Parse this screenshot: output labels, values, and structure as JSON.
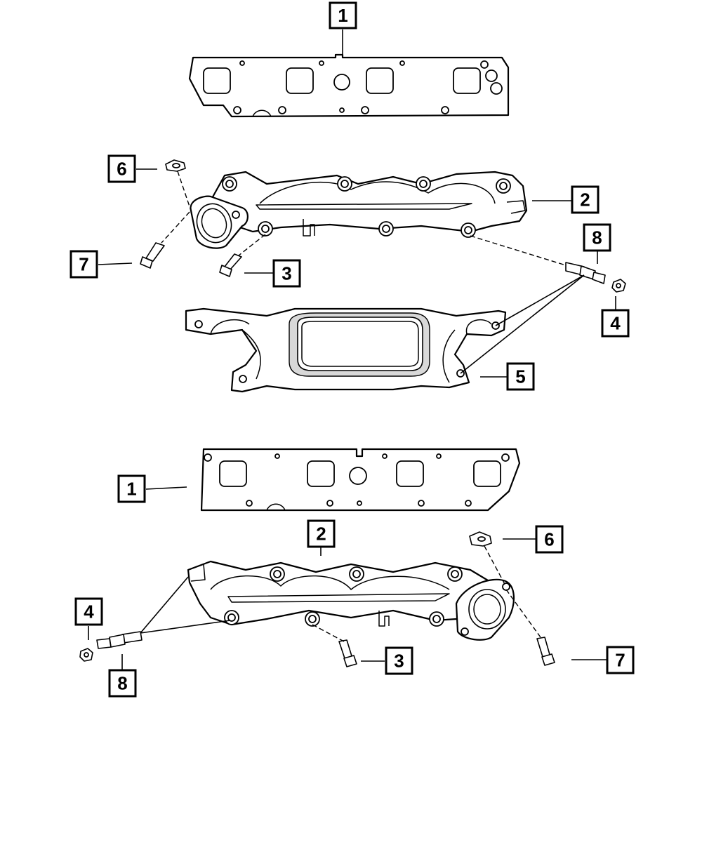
{
  "diagram": {
    "callouts": [
      {
        "id": "top-gasket",
        "label": "1"
      },
      {
        "id": "top-manifold",
        "label": "2"
      },
      {
        "id": "top-bolt",
        "label": "3"
      },
      {
        "id": "top-nut",
        "label": "4"
      },
      {
        "id": "top-heat-shield",
        "label": "5"
      },
      {
        "id": "top-stud-nut",
        "label": "6"
      },
      {
        "id": "top-flange-bolt",
        "label": "7"
      },
      {
        "id": "top-stud",
        "label": "8"
      },
      {
        "id": "bottom-gasket",
        "label": "1"
      },
      {
        "id": "bottom-manifold",
        "label": "2"
      },
      {
        "id": "bottom-bolt",
        "label": "3"
      },
      {
        "id": "bottom-nut",
        "label": "4"
      },
      {
        "id": "bottom-stud-nut",
        "label": "6"
      },
      {
        "id": "bottom-flange-bolt",
        "label": "7"
      },
      {
        "id": "bottom-stud",
        "label": "8"
      }
    ]
  }
}
